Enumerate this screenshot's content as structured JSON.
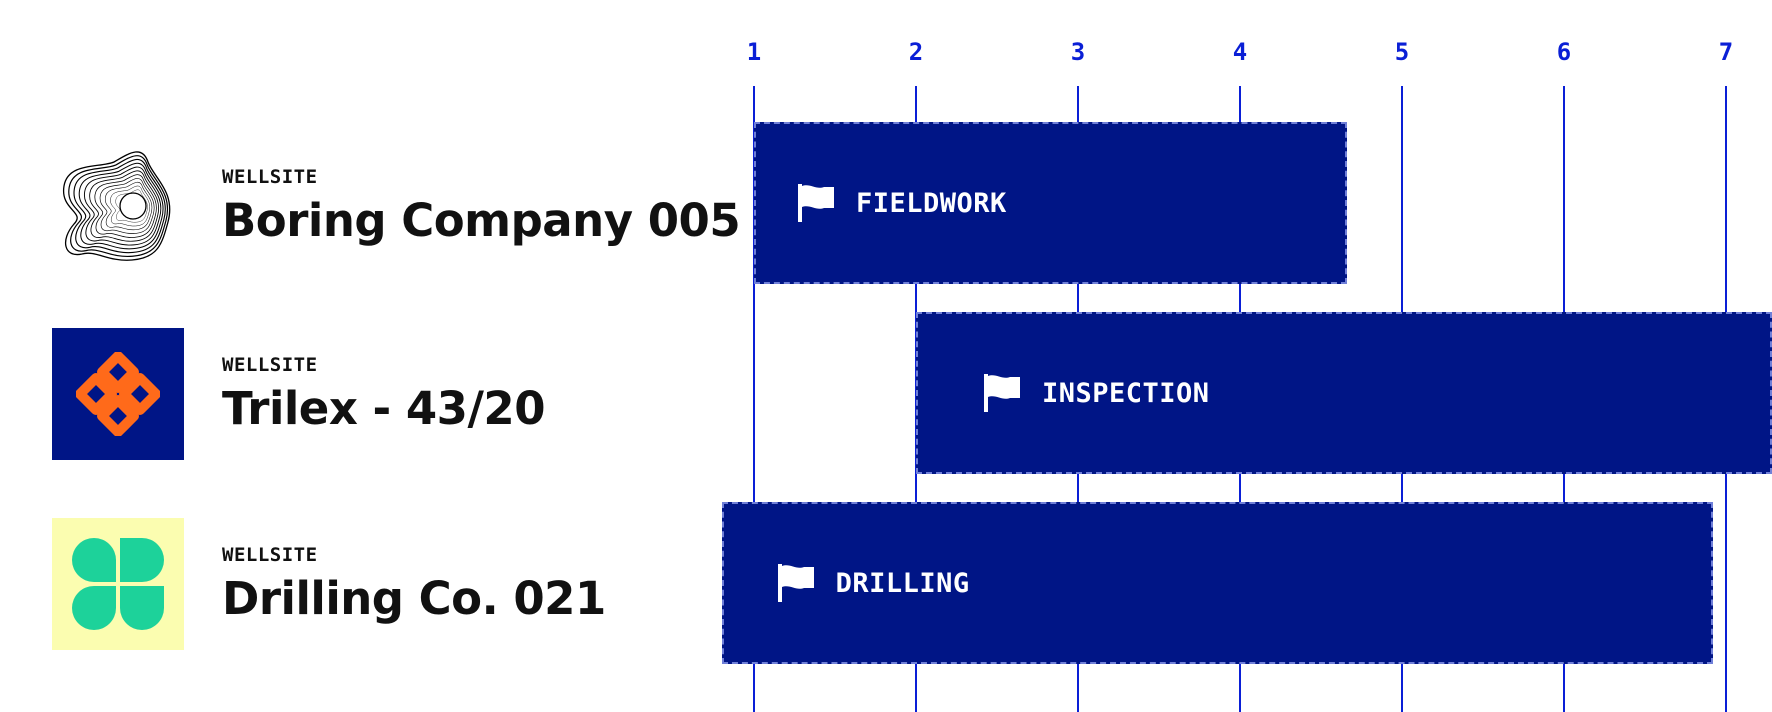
{
  "timeline": {
    "ticks": [
      "1",
      "2",
      "3",
      "4",
      "5",
      "6",
      "7"
    ],
    "axis_color": "#0a1fd6",
    "bar_color": "#001586",
    "tasks": [
      {
        "label": "FIELDWORK",
        "start": 1.0,
        "end": 4.66,
        "icon": "flag-icon"
      },
      {
        "label": "INSPECTION",
        "start": 2.0,
        "end": 7.3,
        "icon": "flag-icon"
      },
      {
        "label": "DRILLING",
        "start": 0.8,
        "end": 6.92,
        "icon": "flag-icon"
      }
    ]
  },
  "sites": [
    {
      "type": "WELLSITE",
      "name": "Boring Company 005",
      "logo": "contour-rings-logo",
      "logo_bg": "#ffffff"
    },
    {
      "type": "WELLSITE",
      "name": "Trilex - 43/20",
      "logo": "orange-knot-logo",
      "logo_bg": "#001586",
      "logo_color": "#ff6a1a"
    },
    {
      "type": "WELLSITE",
      "name": "Drilling Co. 021",
      "logo": "green-quatrefoil-logo",
      "logo_bg": "#fbfdb0",
      "logo_color": "#1dd29a"
    }
  ]
}
